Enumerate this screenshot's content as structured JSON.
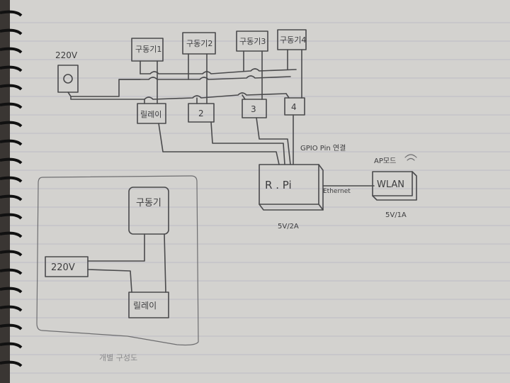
{
  "paper": {
    "colors": {
      "paper": "#d3d2cf",
      "rule_line": "#bdbcc6",
      "margin_line": "#c9a7b0",
      "pencil": "#4a4a4c",
      "spiral": "#111111",
      "background": "#3a3633"
    }
  },
  "diagram": {
    "power_source": "220V",
    "actuators": [
      "구동기1",
      "구동기2",
      "구동기3",
      "구동기4"
    ],
    "relays": [
      "릴레이",
      "2",
      "3",
      "4"
    ],
    "controller": "R . Pi",
    "gpio_note": "GPIO Pin 연결",
    "ethernet": "Ethernet",
    "wlan": "WLAN",
    "ap_mode": "AP모드",
    "wlan_power": "5V/1A",
    "rpi_power": "5V/2A"
  },
  "detail": {
    "actuator": "구동기",
    "power": "220V",
    "relay": "릴레이",
    "caption": "개별 구성도"
  }
}
